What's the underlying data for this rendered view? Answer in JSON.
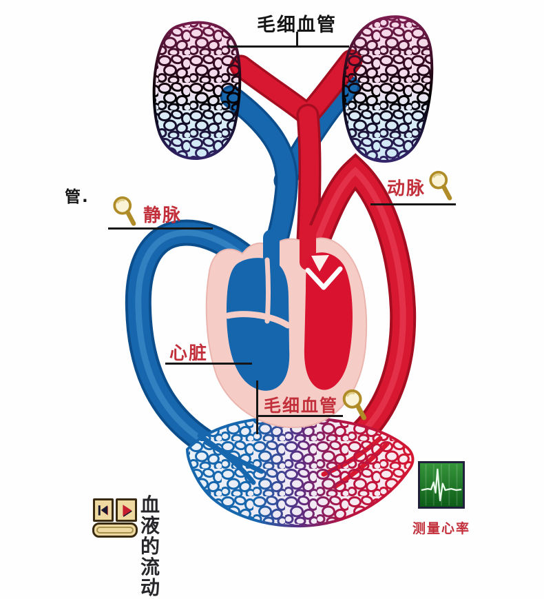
{
  "diagram": {
    "title_hidden": "",
    "labels": {
      "lung_capillaries": "毛细血管",
      "vein": "静脉",
      "artery": "动脉",
      "heart": "心脏",
      "body_capillaries": "毛细血管",
      "left_edge_fragment": "管."
    },
    "colors": {
      "artery_red": "#d81830",
      "vein_blue": "#1767ae",
      "capillary_strand_purple": "#55267 2",
      "heart_wall_pink": "#f6cdc6",
      "label_red": "#c2303c",
      "label_black": "#151515"
    }
  },
  "icons": {
    "magnifier": "gold magnifying glass",
    "skip_back": "skip-to-start triangle with bar",
    "play": "red play triangle",
    "ecg": "white ECG trace on green screen"
  },
  "controls": {
    "blood_flow_caption_line1": "血液的",
    "blood_flow_caption_line2": "流动",
    "colors": {
      "button_face": "#eed9a0",
      "button_border": "#3a2a10"
    }
  },
  "heart_rate_tool": {
    "caption": "测量心率",
    "colors": {
      "screen_green": "#2c8c2c",
      "trace": "#eafaea"
    }
  }
}
